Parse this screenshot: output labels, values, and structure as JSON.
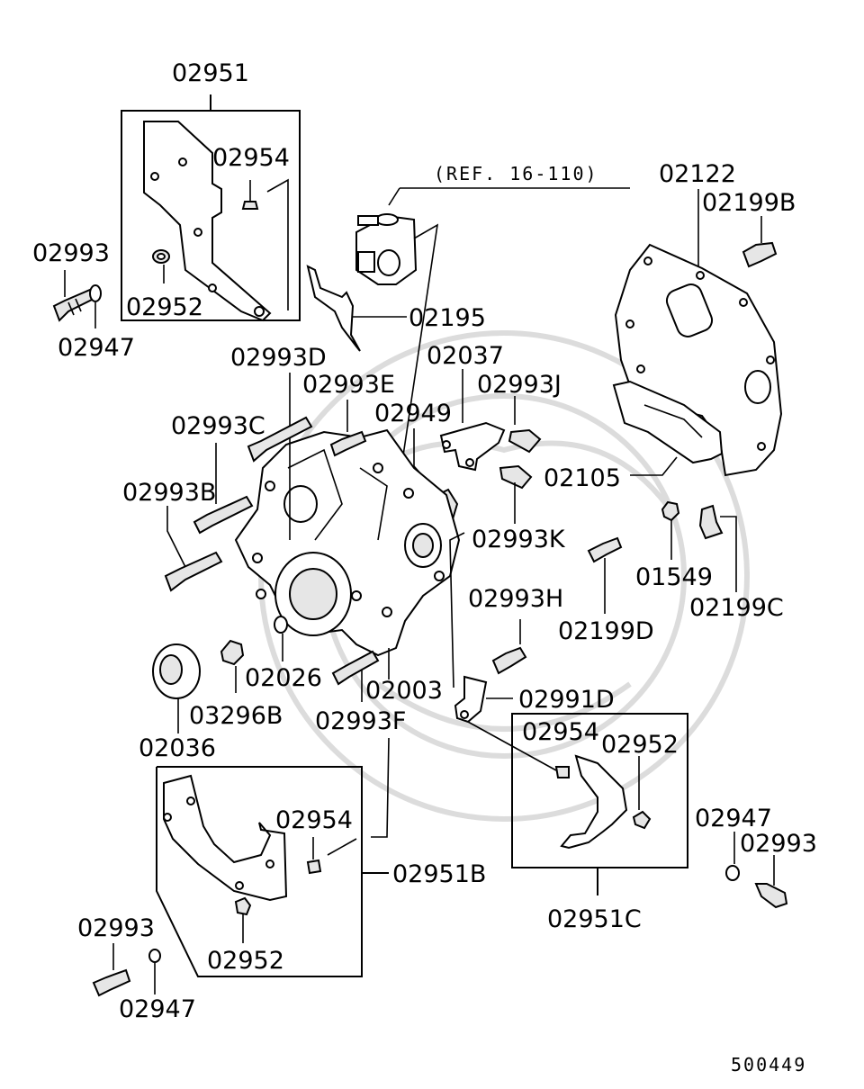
{
  "diagram": {
    "reference": "(REF. 16-110)",
    "figure_number": "500449",
    "labels": {
      "l_02951": "02951",
      "l_02954_a": "02954",
      "l_02993_a": "02993",
      "l_02952_a": "02952",
      "l_02947_a": "02947",
      "l_02195": "02195",
      "l_02993D": "02993D",
      "l_02993E": "02993E",
      "l_02037": "02037",
      "l_02993J": "02993J",
      "l_02949": "02949",
      "l_02993C": "02993C",
      "l_02993B": "02993B",
      "l_02993K": "02993K",
      "l_02122": "02122",
      "l_02199B": "02199B",
      "l_02105": "02105",
      "l_01549": "01549",
      "l_02199C": "02199C",
      "l_02199D": "02199D",
      "l_02993H": "02993H",
      "l_02026": "02026",
      "l_02003": "02003",
      "l_03296B": "03296B",
      "l_02993F": "02993F",
      "l_02036": "02036",
      "l_02991D": "02991D",
      "l_02954_b": "02954",
      "l_02952_b": "02952",
      "l_02947_b": "02947",
      "l_02993_b": "02993",
      "l_02951C": "02951C",
      "l_02954_c": "02954",
      "l_02951B": "02951B",
      "l_02993_c": "02993",
      "l_02952_c": "02952",
      "l_02947_c": "02947"
    }
  }
}
